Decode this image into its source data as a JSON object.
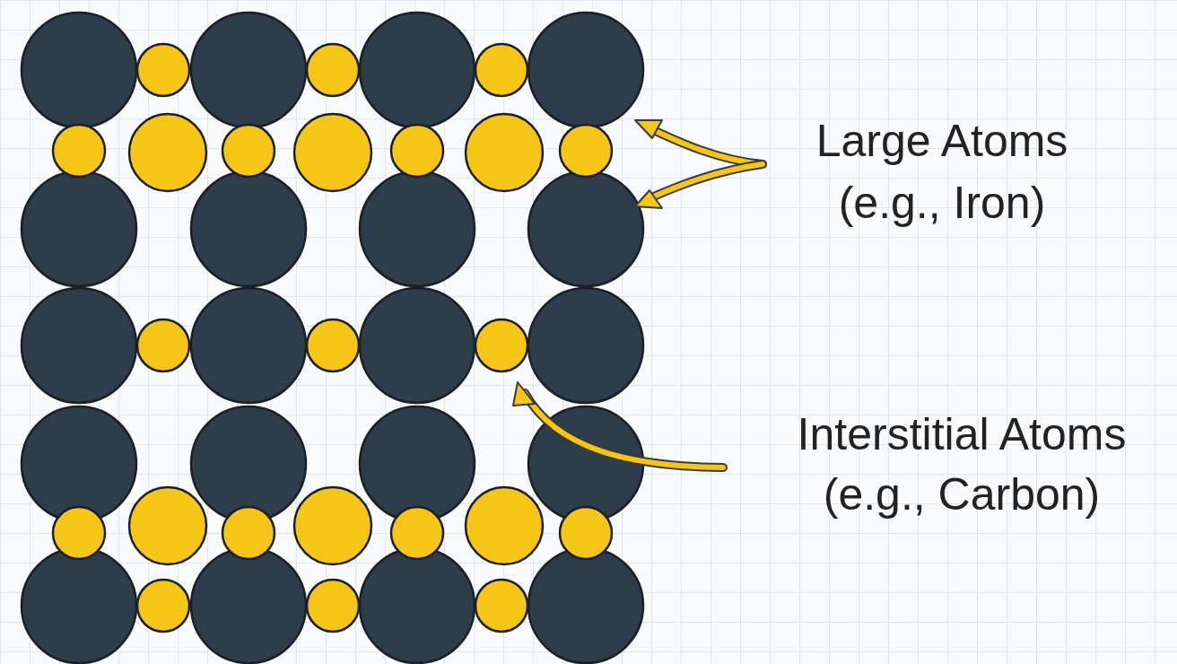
{
  "diagram": {
    "labels": [
      "Large Atoms",
      "(e.g., Iron)",
      "Interstitial Atoms",
      "(e.g., Carbon)"
    ]
  }
}
